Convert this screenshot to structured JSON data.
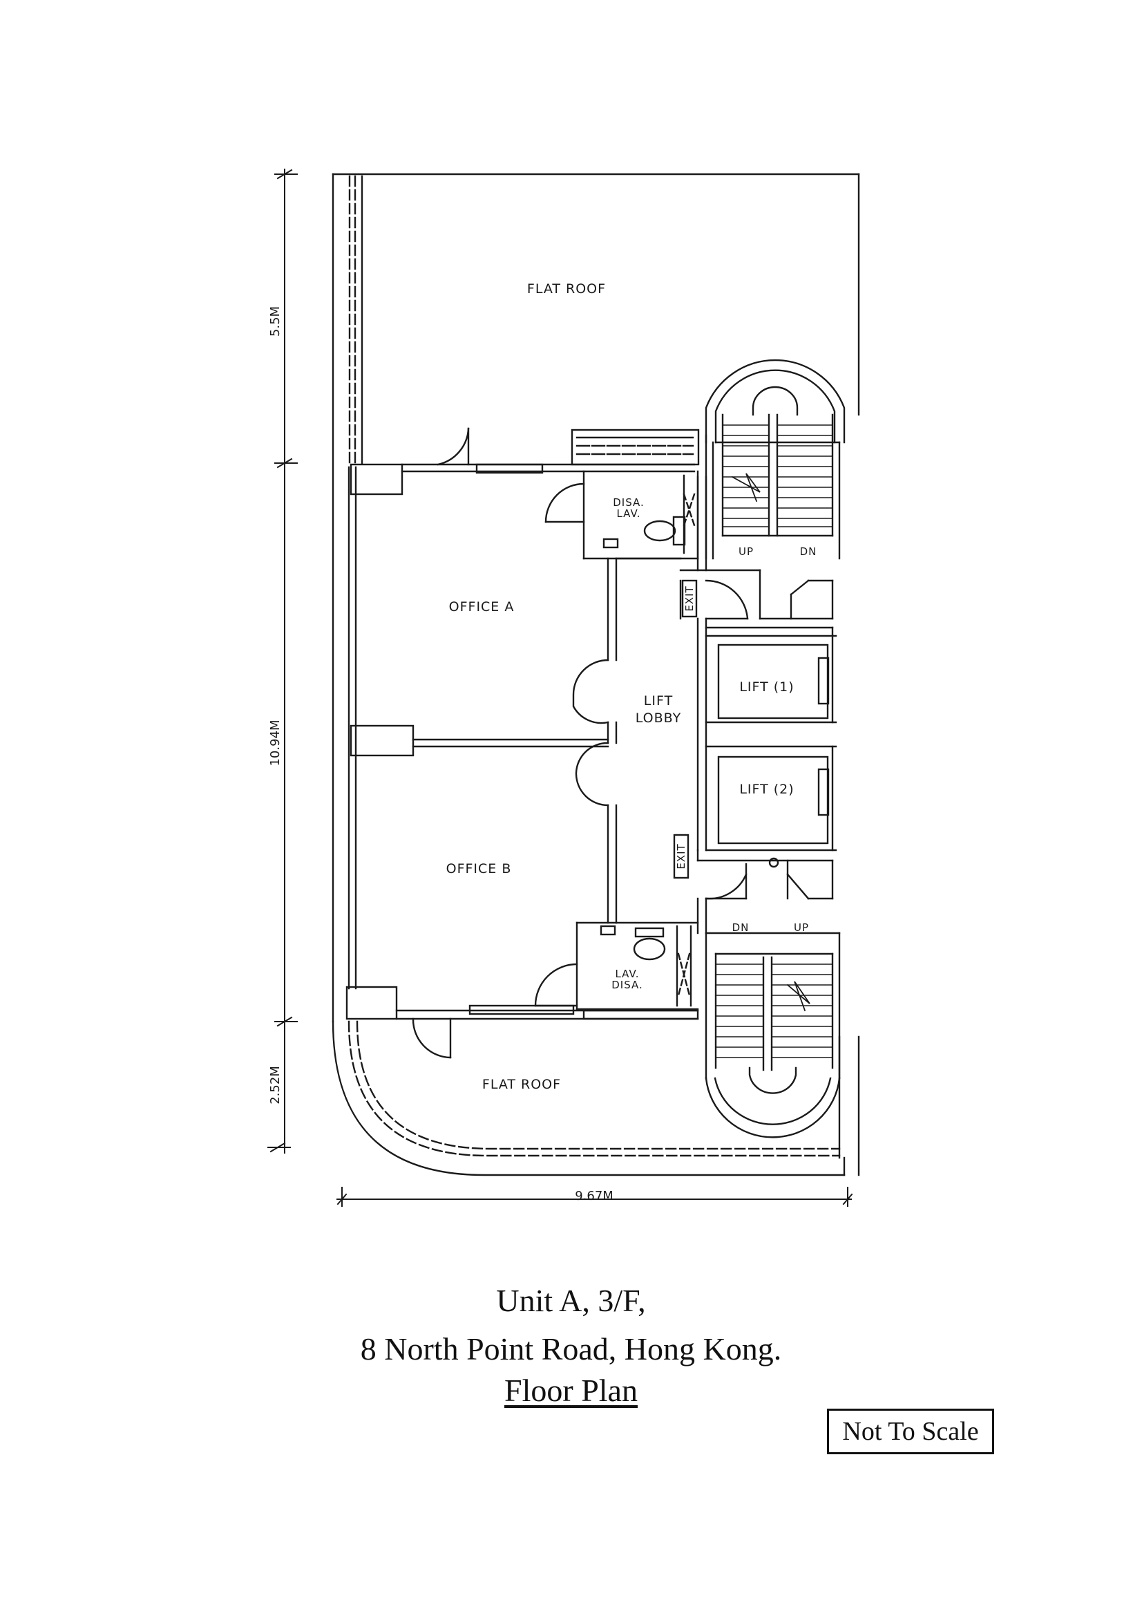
{
  "plan": {
    "rooms": {
      "flat_roof_top": "FLAT ROOF",
      "flat_roof_bottom": "FLAT ROOF",
      "office_a": "OFFICE A",
      "office_b": "OFFICE B",
      "lift_lobby_1": "LIFT",
      "lift_lobby_2": "LOBBY",
      "lift_1": "LIFT (1)",
      "lift_2": "LIFT (2)",
      "disa_lav_1": "DISA.",
      "disa_lav_2": "LAV.",
      "lav_disa_1": "LAV.",
      "lav_disa_2": "DISA.",
      "exit_top": "EXIT",
      "exit_bottom": "EXIT",
      "stair_top_up": "UP",
      "stair_top_dn": "DN",
      "stair_bottom_dn": "DN",
      "stair_bottom_up": "UP"
    },
    "dimensions": {
      "top": "5.5M",
      "middle": "10.94M",
      "bottom": "2.52M",
      "width": "9.67M"
    }
  },
  "caption": {
    "line1": "Unit A, 3/F,",
    "line2": "8 North Point Road, Hong Kong.",
    "line3": "Floor Plan"
  },
  "scale_note": "Not To Scale"
}
